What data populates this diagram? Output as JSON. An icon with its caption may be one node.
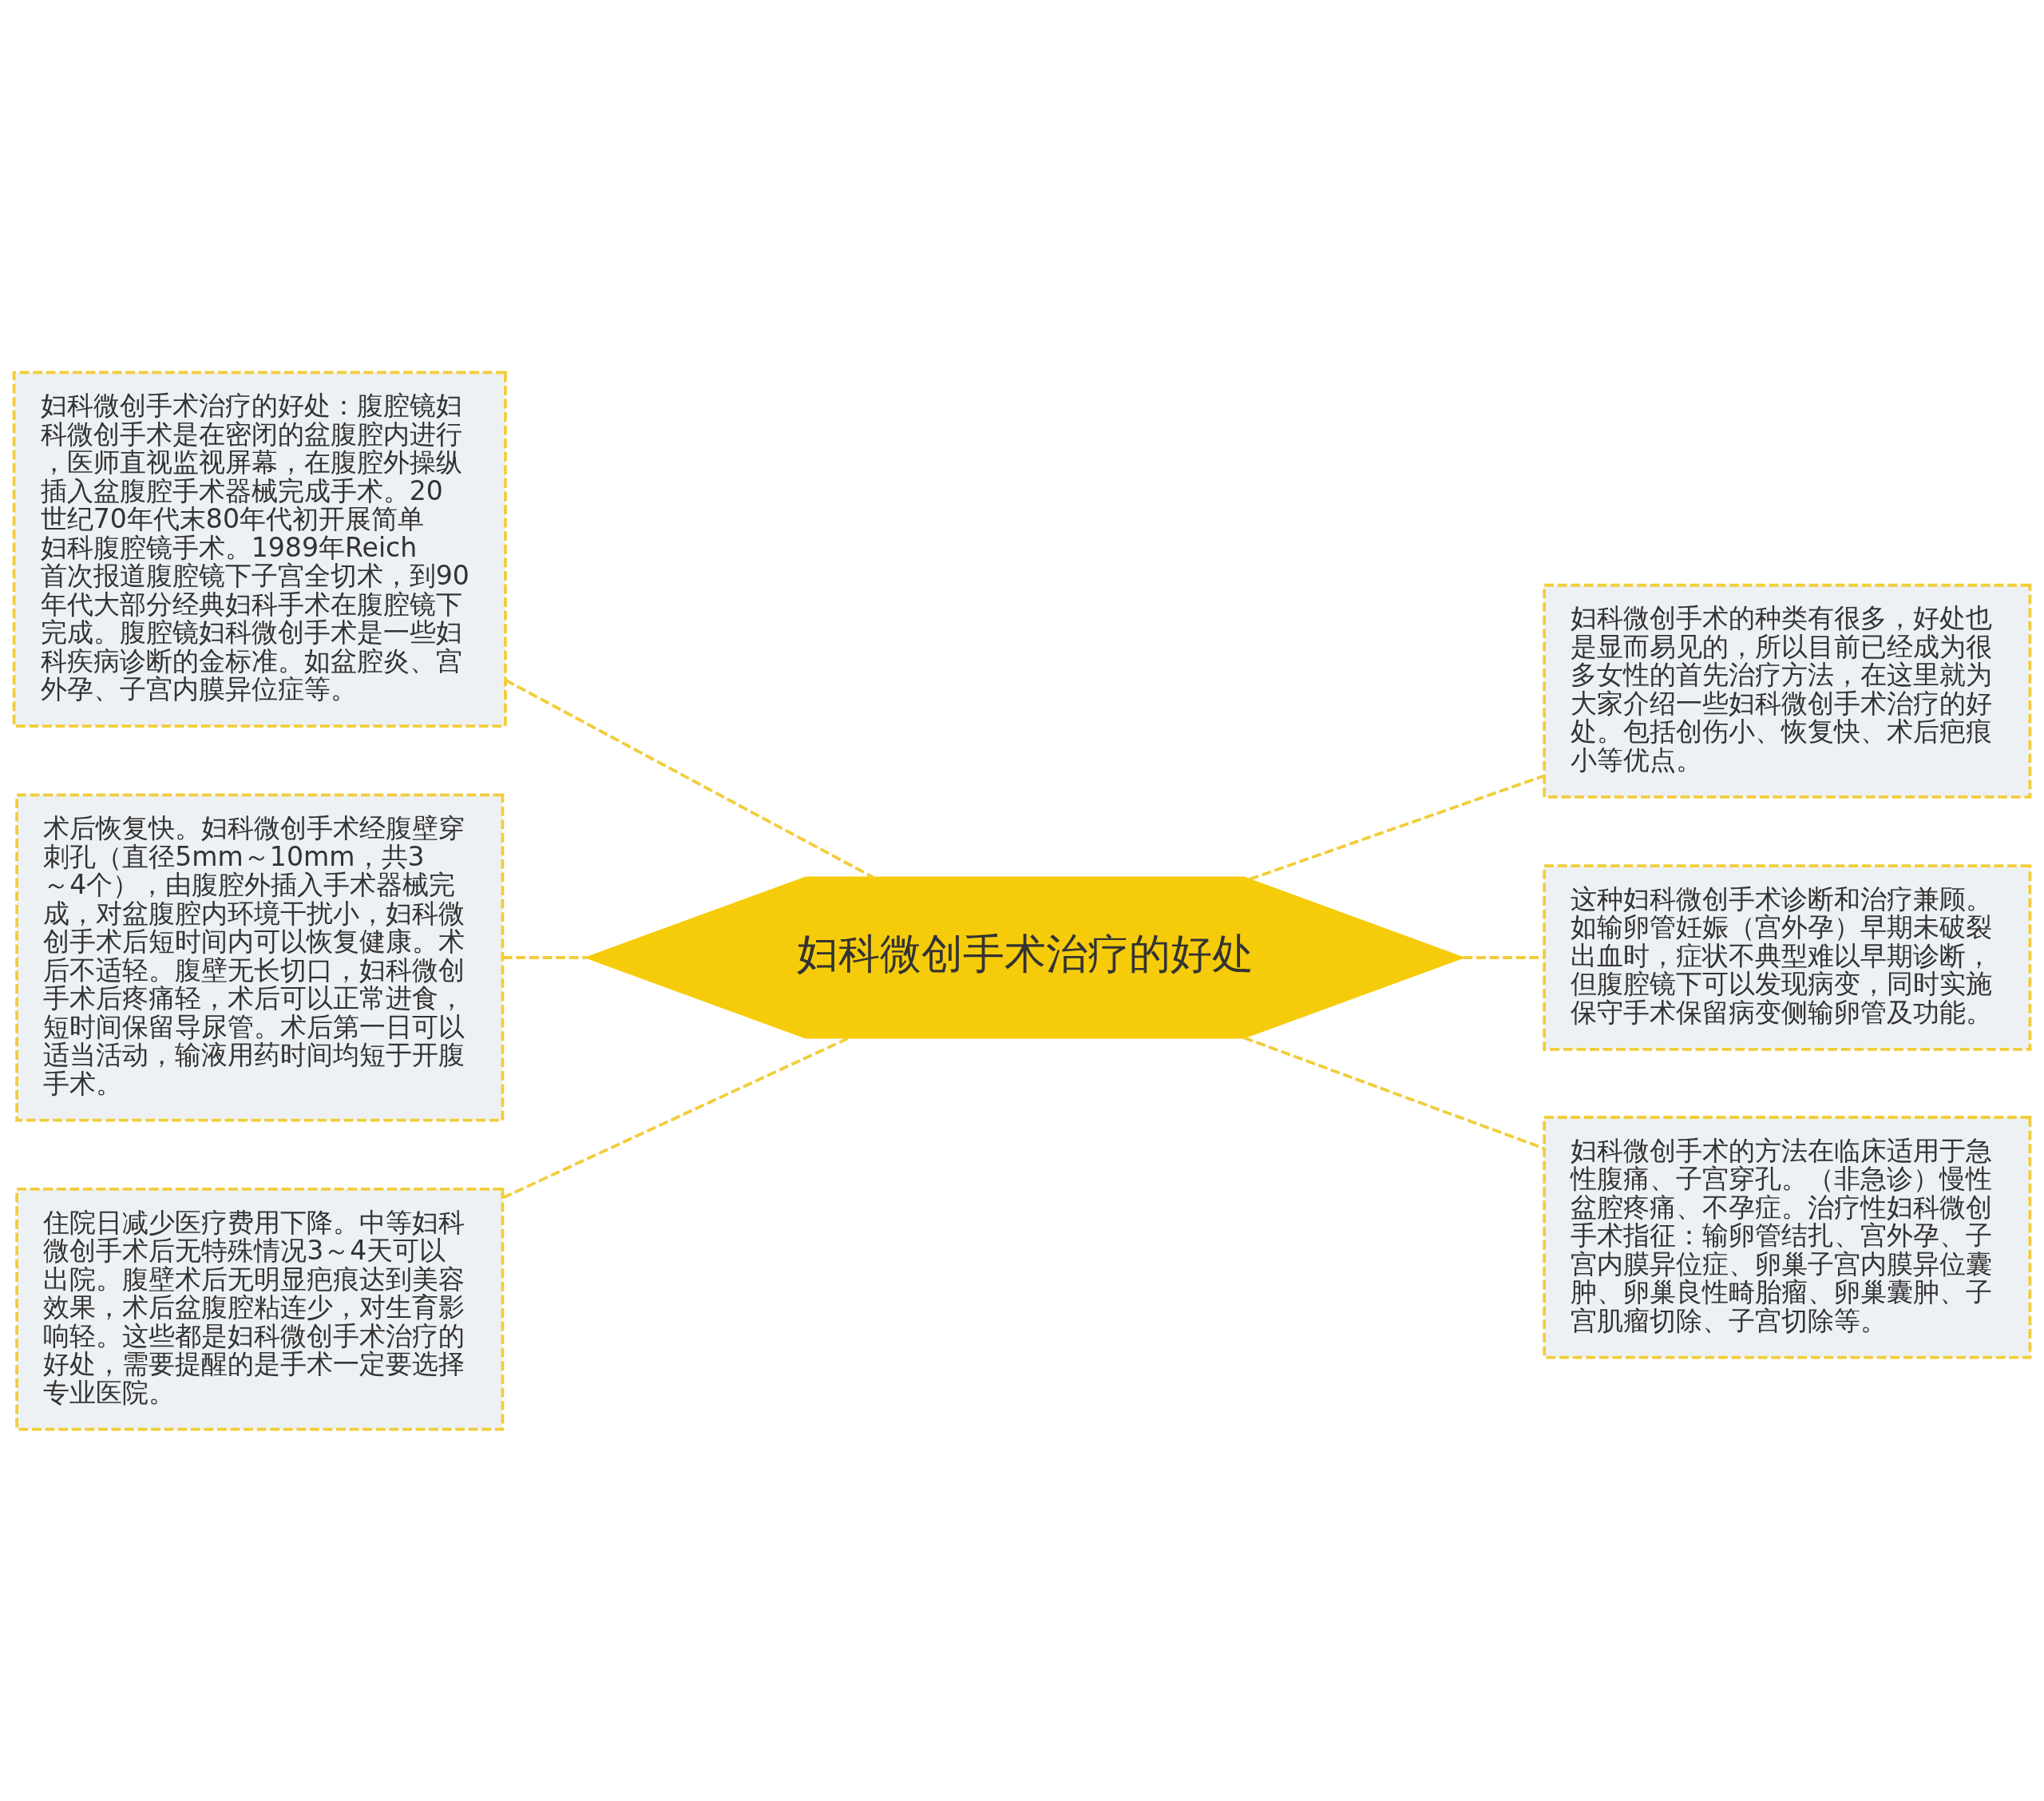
{
  "diagram": {
    "nodes": [
      {
        "text": [
          "妇科微创手术治疗的好处"
        ]
      },
      {
        "text": [
          "妇科微创手术治疗的好处：腹腔镜妇科微创手术是在密闭的盆腹腔内进行，医师直视监视屏幕，在腹腔外操纵插入盆腹腔手术器械完成手术。20世纪70年代末80年代初开展简单妇科腹腔镜手术。1989年Reich首次报道腹腔镜下子宫全切术，到90年代大部分经典妇科手术在腹腔镜下完成。腹腔镜妇科微创手术是一些妇科疾病诊断的金标准。如盆腔炎、宫外孕、子宫内膜异位症等。"
        ]
      },
      {
        "text": [
          "术后恢复快。妇科微创手术经腹壁穿刺孔（直径5mm～10mm，共3～4个），由腹腔外插入手术器械完成，对盆腹腔内环境干扰小，妇科微创手术后短时间内可以恢复健康。术后不适轻。腹壁无长切口，妇科微创手术后疼痛轻，术后可以正常进食，短时间保留导尿管。术后第一日可以适当活动，输液用药时间均短于开腹手术。"
        ]
      },
      {
        "text": [
          "住院日减少医疗费用下降。中等妇科微创手术后无特殊情况3～4天可以出院。腹壁术后无明显疤痕达到美容效果，术后盆腹腔粘连少，对生育影响轻。这些都是妇科微创手术治疗的好处，需要提醒的是手术一定要选择专业医院。"
        ]
      },
      {
        "text": [
          "妇科微创手术的种类有很多，好处也是显而易见的，所以目前已经成为很多女性的首先治疗方法，在这里就为大家介绍一些妇科微创手术治疗的好处。包括创伤小、恢复快、术后疤痕小等优点。"
        ]
      },
      {
        "text": [
          "这种妇科微创手术诊断和治疗兼顾。如输卵管妊娠（宫外孕）早期未破裂出血时，症状不典型难以早期诊断，但腹腔镜下可以发现病变，同时实施保守手术保留病变侧输卵管及功能。"
        ]
      },
      {
        "text": [
          "妇科微创手术的方法在临床适用于急性腹痛、子宫穿孔。（非急诊）慢性盆腔疼痛、不孕症。治疗性妇科微创手术指征：输卵管结扎、宫外孕、子宫内膜异位症、卵巢子宫内膜异位囊肿、卵巢良性畸胎瘤、卵巢囊肿、子宫肌瘤切除、子宫切除等。"
        ]
      }
    ],
    "edges": [
      {
        "from": 0,
        "to": 1,
        "arrow": "none",
        "style": "dashed"
      },
      {
        "from": 0,
        "to": 2,
        "arrow": "none",
        "style": "dashed"
      },
      {
        "from": 0,
        "to": 3,
        "arrow": "none",
        "style": "dashed"
      },
      {
        "from": 0,
        "to": 4,
        "arrow": "none",
        "style": "dashed"
      },
      {
        "from": 0,
        "to": 5,
        "arrow": "none",
        "style": "dashed"
      },
      {
        "from": 0,
        "to": 6,
        "arrow": "none",
        "style": "dashed"
      }
    ]
  }
}
